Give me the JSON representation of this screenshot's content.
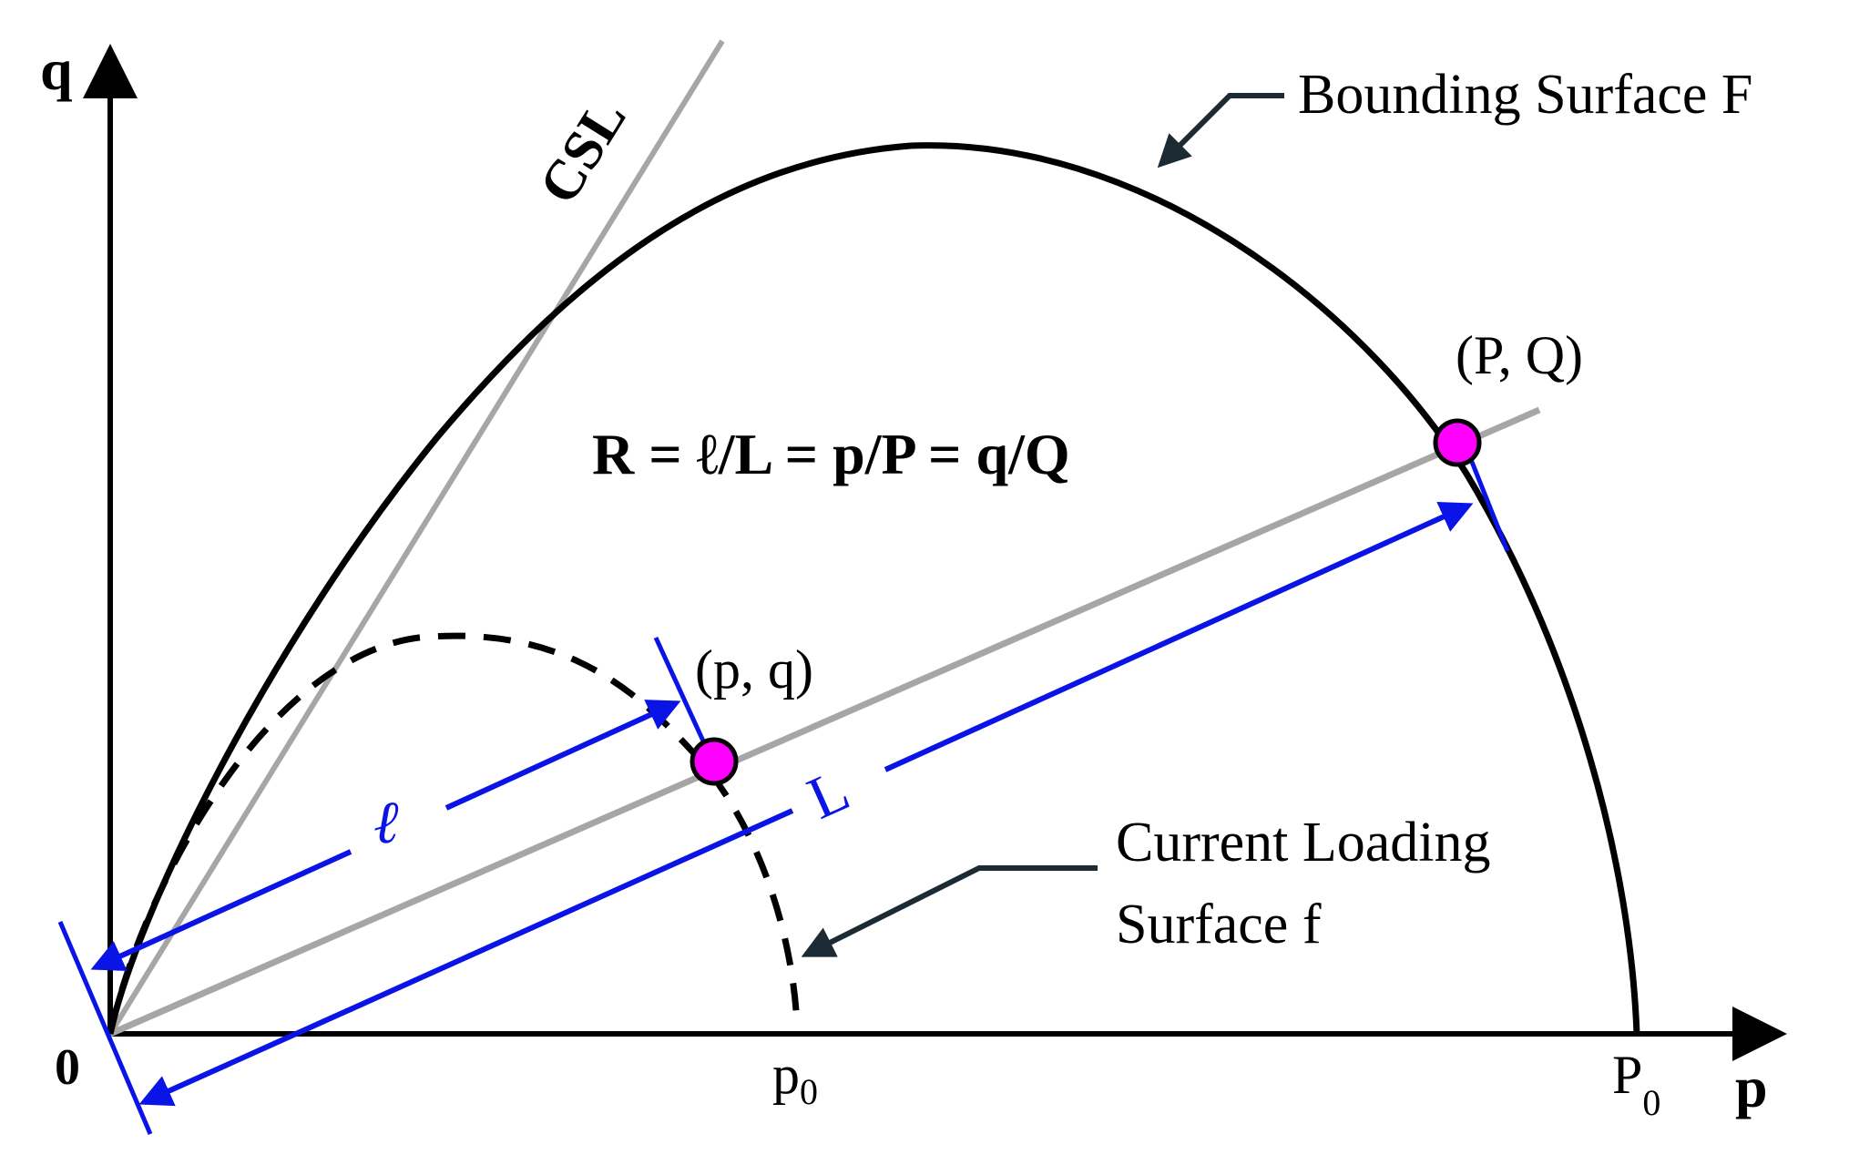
{
  "axes": {
    "q_label": "q",
    "p_label": "p",
    "origin_label": "0"
  },
  "csl": {
    "label": "CSL"
  },
  "bounding_surface": {
    "label": "Bounding Surface F",
    "image_point_label": "(P, Q)",
    "intercept_main": "P",
    "intercept_sub": "0"
  },
  "loading_surface": {
    "label_line1": "Current Loading",
    "label_line2": "Surface f",
    "stress_point_label": "(p, q)",
    "intercept_main": "p",
    "intercept_sub": "0"
  },
  "distances": {
    "small": "ℓ",
    "large": "L"
  },
  "equation": "R = ℓ/L = p/P = q/Q",
  "colors": {
    "axis": "#000000",
    "surface": "#000000",
    "guide_line": "#a6a6a6",
    "dimension": "#0a14e6",
    "point_fill": "#ff00ff",
    "leader": "#1b2a33"
  }
}
